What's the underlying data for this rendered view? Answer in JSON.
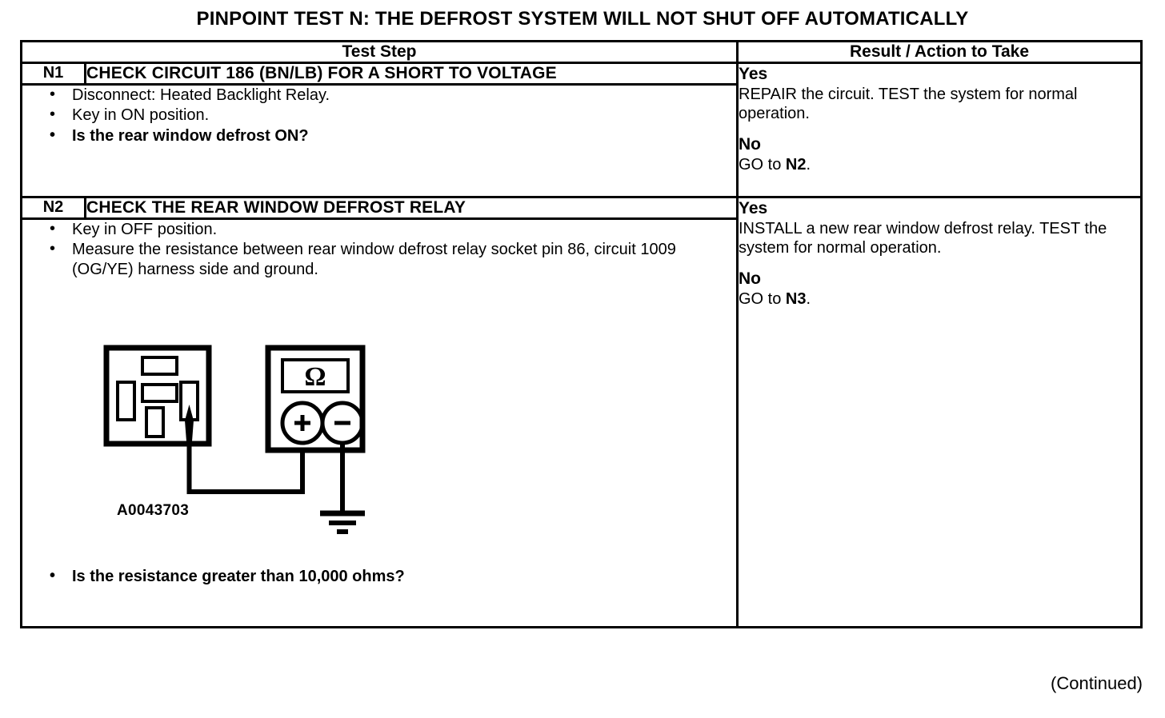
{
  "page": {
    "title": "PINPOINT TEST N: THE DEFROST SYSTEM WILL NOT SHUT OFF AUTOMATICALLY",
    "continued": "(Continued)"
  },
  "table": {
    "headers": {
      "test_step": "Test Step",
      "result_action": "Result / Action to Take"
    }
  },
  "steps": [
    {
      "id": "N1",
      "heading": "CHECK CIRCUIT 186 (BN/LB) FOR A SHORT TO VOLTAGE",
      "bullets": [
        {
          "text": "Disconnect: Heated Backlight Relay.",
          "bold": false
        },
        {
          "text": "Key in ON position.",
          "bold": false
        },
        {
          "text": "Is the rear window defrost ON?",
          "bold": true
        }
      ],
      "result": {
        "yes_label": "Yes",
        "yes_text": "REPAIR the circuit. TEST the system for normal operation.",
        "no_label": "No",
        "no_text_prefix": "GO to ",
        "no_target": "N2",
        "no_text_suffix": "."
      }
    },
    {
      "id": "N2",
      "heading": "CHECK THE REAR WINDOW DEFROST RELAY",
      "bullets": [
        {
          "text": "Key in OFF position.",
          "bold": false
        },
        {
          "text": "Measure the resistance between rear window defrost relay socket pin 86, circuit 1009 (OG/YE) harness side and ground.",
          "bold": false
        }
      ],
      "closing_bullet": {
        "text": "Is the resistance greater than 10,000 ohms?",
        "bold": true
      },
      "result": {
        "yes_label": "Yes",
        "yes_text": "INSTALL a new rear window defrost relay. TEST the system for normal operation.",
        "no_label": "No",
        "no_text_prefix": "GO to ",
        "no_target": "N3",
        "no_text_suffix": "."
      }
    }
  ],
  "figure": {
    "id_label": "A0043703",
    "meter_display_symbol": "Ω",
    "positive_terminal": "+",
    "negative_terminal": "−",
    "description": "Relay socket with probe at pin 86 connected to ohmmeter positive terminal; negative terminal to ground"
  }
}
